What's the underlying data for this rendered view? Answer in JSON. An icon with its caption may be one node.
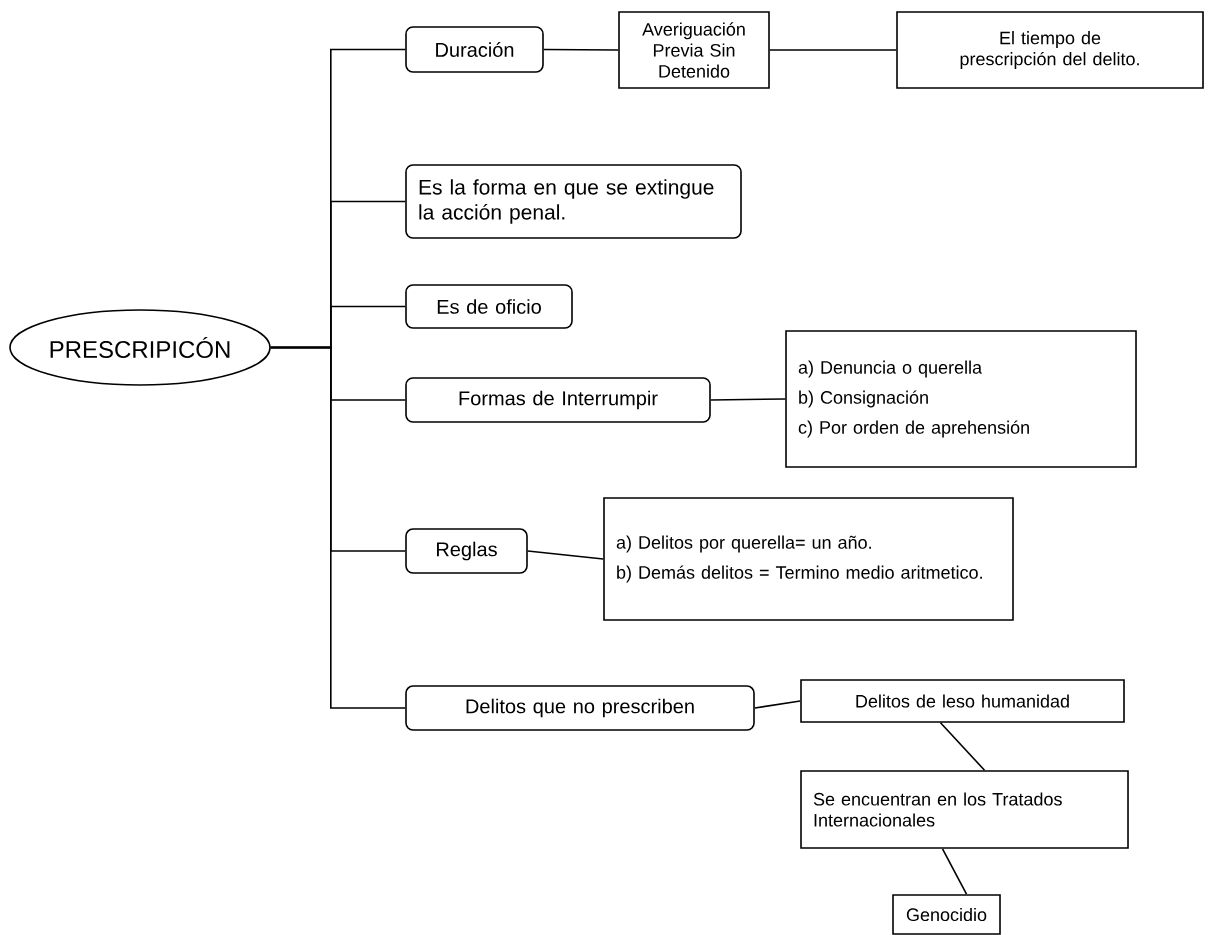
{
  "diagram": {
    "nodes": [
      {
        "text": [
          "PRESCRIPICÓN"
        ]
      },
      {
        "text": [
          "Duración"
        ]
      },
      {
        "text": [
          "Averiguación Previa Sin Detenido"
        ]
      },
      {
        "text": [
          "El tiempo de prescripción del delito."
        ]
      },
      {
        "text": [
          "Es la forma en que se extingue la acción penal."
        ]
      },
      {
        "text": [
          "Es de oficio"
        ]
      },
      {
        "text": [
          "Formas de Interrumpir"
        ]
      },
      {
        "text": [
          "a) Denuncia o querella",
          "b) Consignación",
          "c) Por orden de aprehensión"
        ]
      },
      {
        "text": [
          "Reglas"
        ]
      },
      {
        "text": [
          "a) Delitos por querella= un año.",
          "b) Demás delitos = Termino medio aritmetico."
        ]
      },
      {
        "text": [
          "Delitos que no prescriben"
        ]
      },
      {
        "text": [
          "Delitos de leso humanidad"
        ]
      },
      {
        "text": [
          "Se encuentran en los Tratados Internacionales"
        ]
      },
      {
        "text": [
          "Genocidio"
        ]
      }
    ],
    "edges": [
      {
        "from": 0,
        "to": 1,
        "arrow": "none"
      },
      {
        "from": 0,
        "to": 4,
        "arrow": "none"
      },
      {
        "from": 0,
        "to": 5,
        "arrow": "none"
      },
      {
        "from": 0,
        "to": 6,
        "arrow": "none"
      },
      {
        "from": 0,
        "to": 8,
        "arrow": "none"
      },
      {
        "from": 0,
        "to": 10,
        "arrow": "none"
      },
      {
        "from": 1,
        "to": 2,
        "arrow": "none"
      },
      {
        "from": 2,
        "to": 3,
        "arrow": "none"
      },
      {
        "from": 6,
        "to": 7,
        "arrow": "none"
      },
      {
        "from": 8,
        "to": 9,
        "arrow": "none"
      },
      {
        "from": 10,
        "to": 11,
        "arrow": "none"
      },
      {
        "from": 11,
        "to": 12,
        "arrow": "none"
      },
      {
        "from": 12,
        "to": 13,
        "arrow": "none"
      }
    ]
  }
}
